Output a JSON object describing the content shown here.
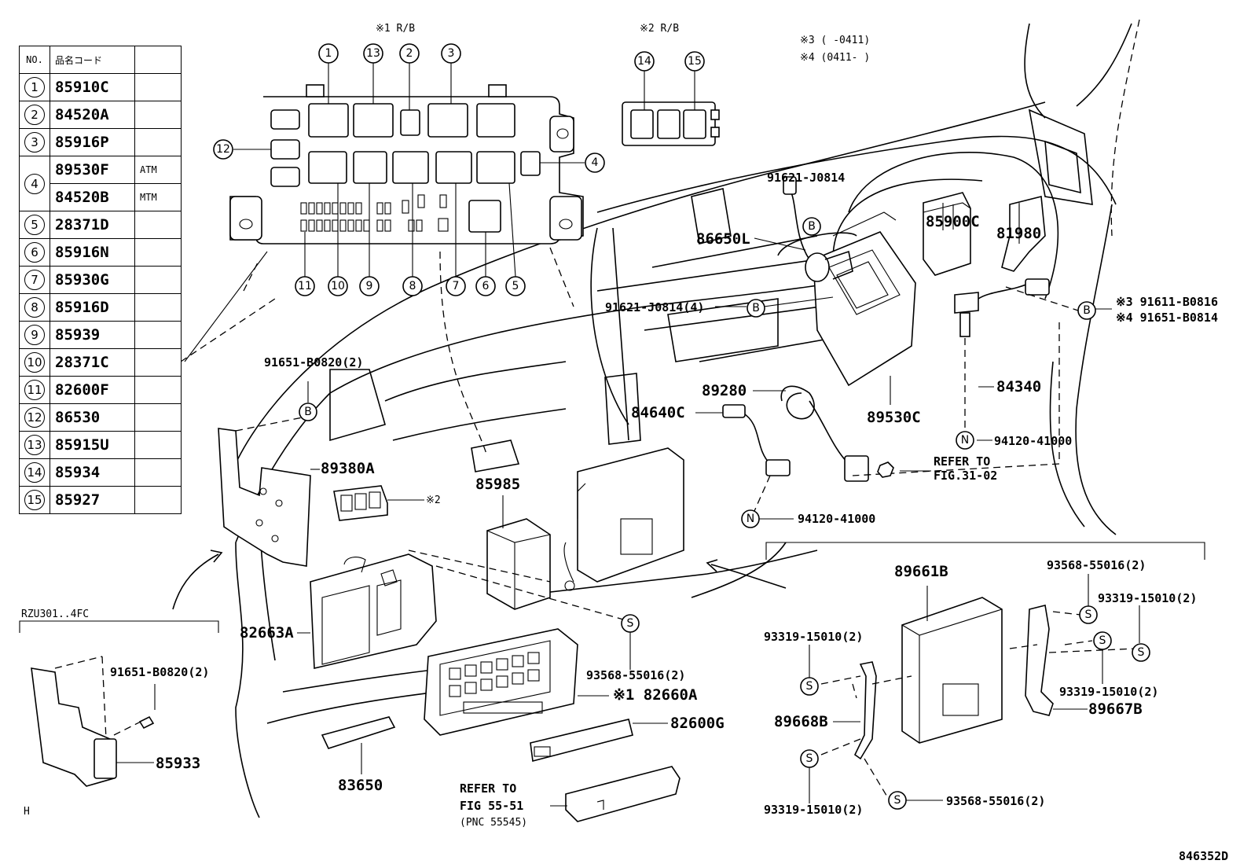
{
  "legend": {
    "header_no": "NO.",
    "header_code": "品名コード",
    "rows": [
      {
        "no": "1",
        "code": "85910C",
        "note": ""
      },
      {
        "no": "2",
        "code": "84520A",
        "note": ""
      },
      {
        "no": "3",
        "code": "85916P",
        "note": ""
      },
      {
        "no": "4",
        "code": "89530F",
        "note": "ATM",
        "code2": "84520B",
        "note2": "MTM"
      },
      {
        "no": "5",
        "code": "28371D",
        "note": ""
      },
      {
        "no": "6",
        "code": "85916N",
        "note": ""
      },
      {
        "no": "7",
        "code": "85930G",
        "note": ""
      },
      {
        "no": "8",
        "code": "85916D",
        "note": ""
      },
      {
        "no": "9",
        "code": "85939",
        "note": ""
      },
      {
        "no": "10",
        "code": "28371C",
        "note": ""
      },
      {
        "no": "11",
        "code": "82600F",
        "note": ""
      },
      {
        "no": "12",
        "code": "86530",
        "note": ""
      },
      {
        "no": "13",
        "code": "85915U",
        "note": ""
      },
      {
        "no": "14",
        "code": "85934",
        "note": ""
      },
      {
        "no": "15",
        "code": "85927",
        "note": ""
      }
    ]
  },
  "headings": {
    "rb1": "※1 R/B",
    "rb2": "※2 R/B",
    "note3": "※3 (   -0411)",
    "note4": "※4 (0411-   )"
  },
  "relay_box_callouts": {
    "top": [
      "1",
      "13",
      "2",
      "3"
    ],
    "left": "12",
    "right": "4",
    "bottom": [
      "11",
      "10",
      "9",
      "8",
      "7",
      "6",
      "5"
    ],
    "box2": [
      "14",
      "15"
    ]
  },
  "parts": {
    "p91621a": "91621-J0814",
    "p86650L": "86650L",
    "p91621b": "91621-J0814(4)",
    "p85900C": "85900C",
    "p81980": "81980",
    "p91611": "※3  91611-B0816",
    "p91651r": "※4  91651-B0814",
    "p91651a": "91651-B0820(2)",
    "p89280": "89280",
    "p84640C": "84640C",
    "p89530C": "89530C",
    "p84340": "84340",
    "p94120a": "94120-41000",
    "refer31a": "REFER TO",
    "refer31b": "FIG.31-02",
    "p89380A": "89380A",
    "star2": "※2",
    "p85985": "85985",
    "p94120b": "94120-41000",
    "p89661B": "89661B",
    "p93568a": "93568-55016(2)",
    "p93319a": "93319-15010(2)",
    "p93319b": "93319-15010(2)",
    "p93319c": "93319-15010(2)",
    "p89667B": "89667B",
    "p89668B": "89668B",
    "p93319d": "93319-15010(2)",
    "p93568b": "93568-55016(2)",
    "p82663A": "82663A",
    "p93568c": "93568-55016(2)",
    "p82660A": "※1  82660A",
    "p82600G": "82600G",
    "p83650": "83650",
    "refer55a": "REFER TO",
    "refer55b": "FIG 55-51",
    "refer55c": "(PNC 55545)",
    "rzu": "RZU301..4FC",
    "p91651b": "91651-B0820(2)",
    "p85933": "85933",
    "h": "H",
    "fig_id": "846352D"
  },
  "markers": {
    "B": "B",
    "N": "N",
    "S": "S"
  }
}
